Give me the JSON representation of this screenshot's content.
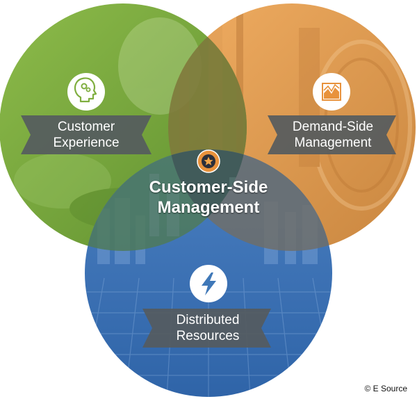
{
  "circles": {
    "customer_experience": {
      "label_line1": "Customer",
      "label_line2": "Experience",
      "icon": "head-gears-icon",
      "color": "#7fae3f"
    },
    "demand_side": {
      "label_line1": "Demand-Side",
      "label_line2": "Management",
      "icon": "chart-icon",
      "color": "#e8a04f"
    },
    "distributed": {
      "label_line1": "Distributed",
      "label_line2": "Resources",
      "icon": "lightning-icon",
      "color": "#3f78b8"
    }
  },
  "center": {
    "line1": "Customer-Side",
    "line2": "Management",
    "icon": "star-icon",
    "badge_color": "#e8923c"
  },
  "footer": {
    "copyright": "© E Source"
  }
}
